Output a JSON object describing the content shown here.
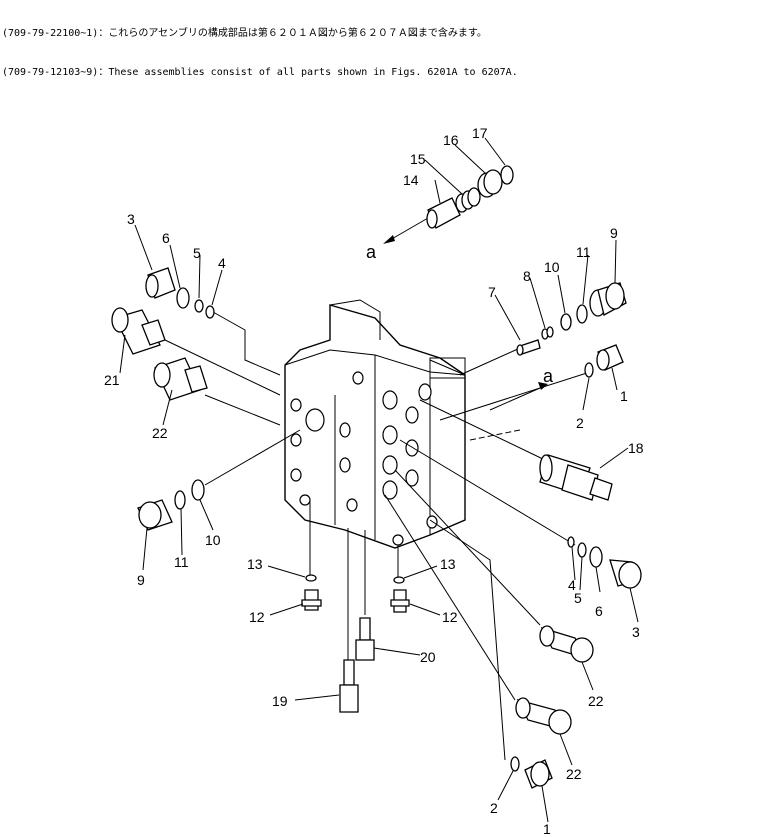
{
  "header": {
    "line1": "(709-79-22100~1)：これらのアセンブリの構成部品は第６２０１Ａ図から第６２０７Ａ図まで含みます。",
    "line2": "(709-79-12103~9)：These assemblies consist of all parts shown in Figs. 6201A to 6207A."
  },
  "labels": {
    "c1a": "1",
    "c1b": "1",
    "c2a": "2",
    "c2b": "2",
    "c3a": "3",
    "c3b": "3",
    "c4a": "4",
    "c4b": "4",
    "c5a": "5",
    "c5b": "5",
    "c6a": "6",
    "c6b": "6",
    "c7": "7",
    "c8": "8",
    "c9a": "9",
    "c9b": "9",
    "c10a": "10",
    "c10b": "10",
    "c11a": "11",
    "c11b": "11",
    "c12a": "12",
    "c12b": "12",
    "c13a": "13",
    "c13b": "13",
    "c14": "14",
    "c15": "15",
    "c16": "16",
    "c17": "17",
    "c18": "18",
    "c19": "19",
    "c20": "20",
    "c21": "21",
    "c22a": "22",
    "c22b": "22",
    "c22c": "22",
    "arrowA1": "a",
    "arrowA2": "a"
  }
}
